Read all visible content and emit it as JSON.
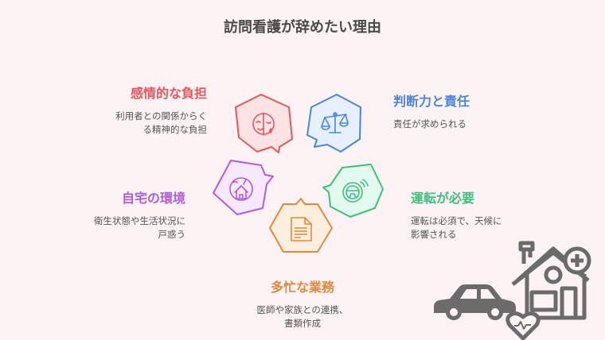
{
  "title": "訪問看護が辞めたい理由",
  "items": [
    {
      "heading": "感情的な負担",
      "desc": "利用者との関係からく\nる精神的な負担",
      "desc1": "利用者との関係からく",
      "desc2": "る精神的な負担",
      "color": "#e5575a",
      "fill": "#fde3e4",
      "icon": "mask-tears-icon"
    },
    {
      "heading": "判断力と責任",
      "desc1": "責任が求められる",
      "color": "#4a86e0",
      "fill": "#e6f0fe",
      "icon": "scales-icon"
    },
    {
      "heading": "自宅の環境",
      "desc1": "衛生状態や生活状況に",
      "desc2": "戸惑う",
      "color": "#b05ce0",
      "fill": "#f6e9fd",
      "icon": "house-globe-icon"
    },
    {
      "heading": "運転が必要",
      "desc1": "運転は必須で、天候に",
      "desc2": "影響される",
      "color": "#3fbf7f",
      "fill": "#e3fbef",
      "icon": "steering-wheel-icon"
    },
    {
      "heading": "多忙な業務",
      "desc1": "医師や家族との連携、",
      "desc2": "書類作成",
      "color": "#e08a3c",
      "fill": "#fdeedd",
      "icon": "document-icon"
    }
  ],
  "illustration": {
    "car": "car-icon",
    "house": "home-care-house-icon",
    "color": "#6b6b6b"
  }
}
